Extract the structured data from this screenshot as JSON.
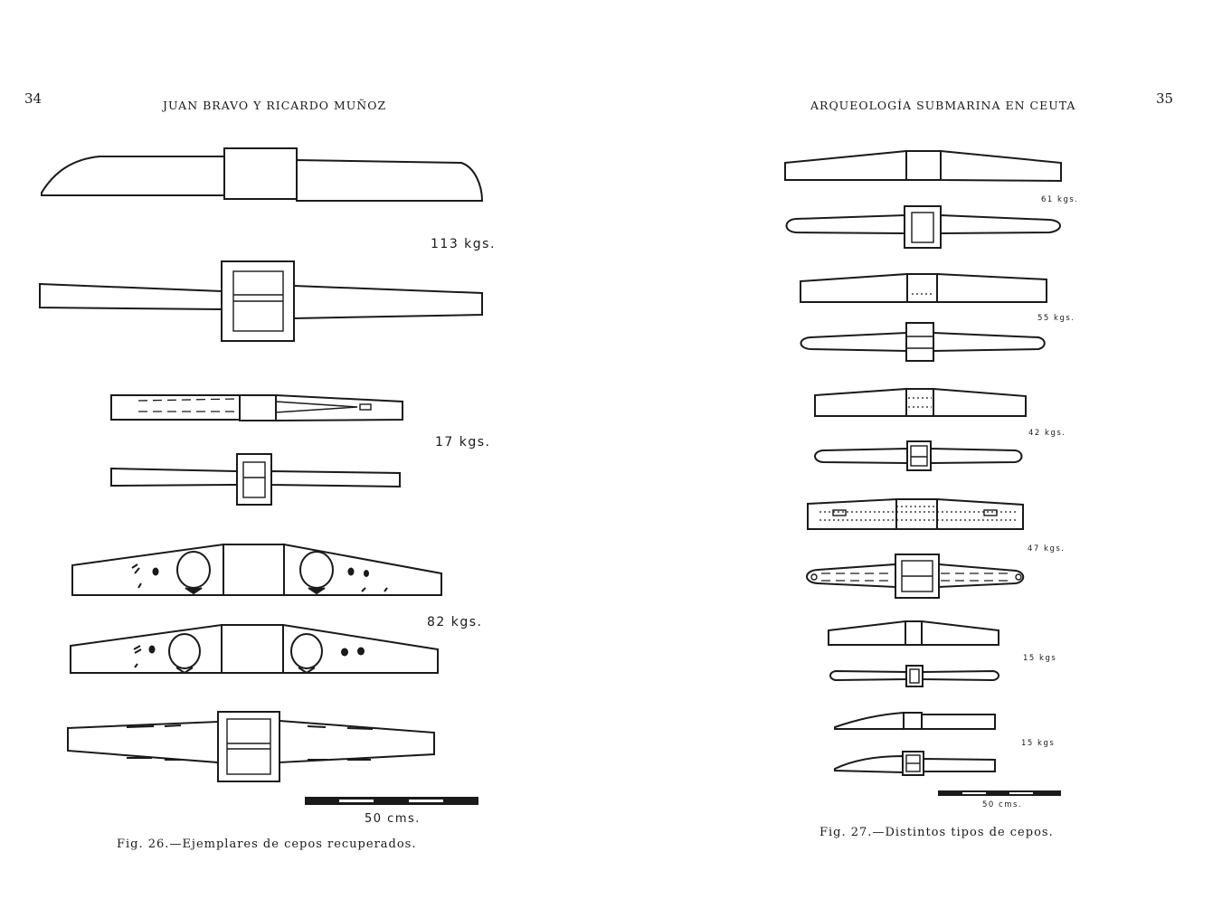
{
  "left_page": {
    "page_number": "34",
    "running_head": "JUAN BRAVO Y RICARDO MUÑOZ",
    "weight_labels": [
      "113 kgs.",
      "17 kgs.",
      "82 kgs."
    ],
    "scale_label": "50 cms.",
    "caption": "Fig. 26.—Ejemplares de cepos recuperados."
  },
  "right_page": {
    "page_number": "35",
    "running_head": "ARQUEOLOGÍA SUBMARINA EN CEUTA",
    "weight_labels": [
      "61 kgs.",
      "55 kgs.",
      "42 kgs.",
      "47 kgs.",
      "15 kgs",
      "15 kgs"
    ],
    "scale_label": "50 cms.",
    "caption": "Fig. 27.—Distintos tipos de cepos."
  }
}
